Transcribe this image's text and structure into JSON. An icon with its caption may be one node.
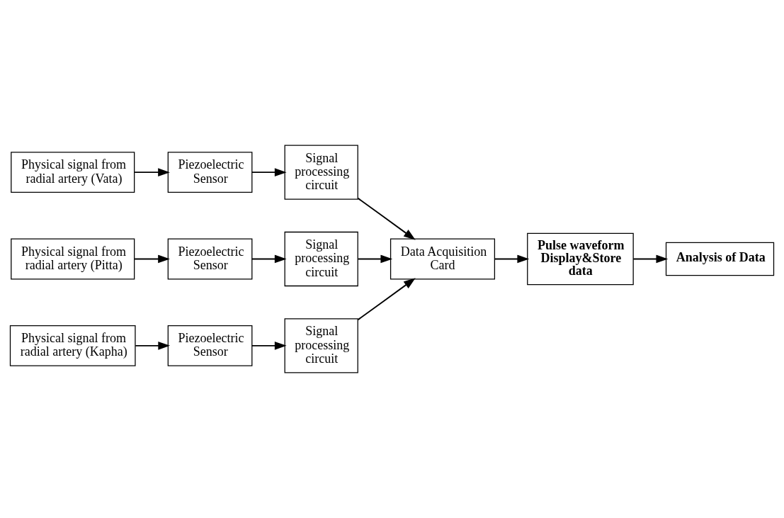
{
  "diagram": {
    "nodes": [
      {
        "text": [
          "Physical signal from radial artery (Vata)"
        ]
      },
      {
        "text": [
          "Piezoelectric Sensor"
        ]
      },
      {
        "text": [
          "Signal processing circuit"
        ]
      },
      {
        "text": [
          "Physical signal from radial artery (Pitta)"
        ]
      },
      {
        "text": [
          "Piezoelectric Sensor"
        ]
      },
      {
        "text": [
          "Signal processing circuit"
        ]
      },
      {
        "text": [
          "Physical signal from radial artery (Kapha)"
        ]
      },
      {
        "text": [
          "Piezoelectric Sensor"
        ]
      },
      {
        "text": [
          "Signal processing circuit"
        ]
      },
      {
        "text": [
          "Data Acquisition Card"
        ]
      },
      {
        "text": [
          "Pulse waveform Display&Store data"
        ]
      },
      {
        "text": [
          "Analysis of Data"
        ]
      }
    ],
    "edges": [
      {
        "from": 0,
        "to": 1,
        "arrow": "to"
      },
      {
        "from": 1,
        "to": 2,
        "arrow": "to"
      },
      {
        "from": 3,
        "to": 4,
        "arrow": "to"
      },
      {
        "from": 4,
        "to": 5,
        "arrow": "to"
      },
      {
        "from": 6,
        "to": 7,
        "arrow": "to"
      },
      {
        "from": 7,
        "to": 8,
        "arrow": "to"
      },
      {
        "from": 2,
        "to": 9,
        "arrow": "to"
      },
      {
        "from": 5,
        "to": 9,
        "arrow": "to"
      },
      {
        "from": 8,
        "to": 9,
        "arrow": "to"
      },
      {
        "from": 9,
        "to": 10,
        "arrow": "to"
      },
      {
        "from": 10,
        "to": 11,
        "arrow": "to"
      }
    ]
  }
}
